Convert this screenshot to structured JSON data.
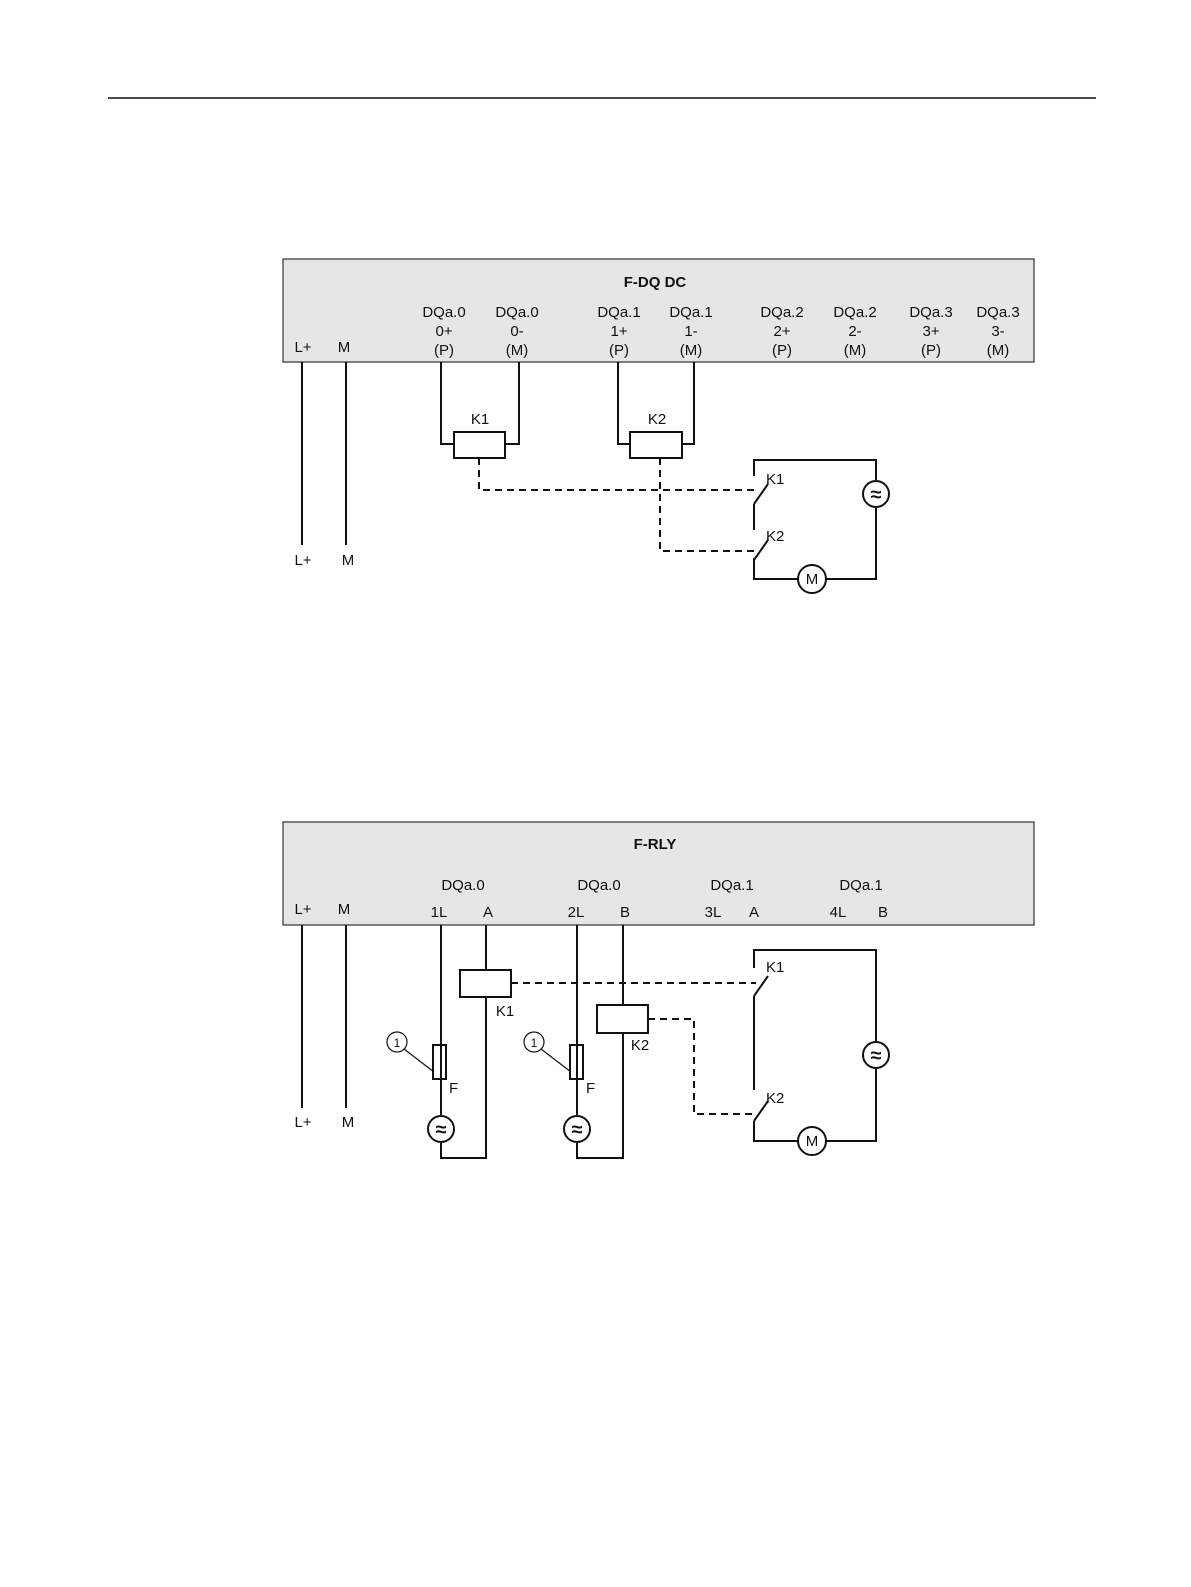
{
  "diagram1": {
    "title": "F-DQ DC",
    "supply": {
      "lplus": "L+",
      "m": "M"
    },
    "channels": [
      {
        "name": "DQa.0",
        "terminal": "0+",
        "type": "(P)"
      },
      {
        "name": "DQa.0",
        "terminal": "0-",
        "type": "(M)"
      },
      {
        "name": "DQa.1",
        "terminal": "1+",
        "type": "(P)"
      },
      {
        "name": "DQa.1",
        "terminal": "1-",
        "type": "(M)"
      },
      {
        "name": "DQa.2",
        "terminal": "2+",
        "type": "(P)"
      },
      {
        "name": "DQa.2",
        "terminal": "2-",
        "type": "(M)"
      },
      {
        "name": "DQa.3",
        "terminal": "3+",
        "type": "(P)"
      },
      {
        "name": "DQa.3",
        "terminal": "3-",
        "type": "(M)"
      }
    ],
    "coils": {
      "k1": "K1",
      "k2": "K2"
    },
    "contacts": {
      "k1": "K1",
      "k2": "K2"
    },
    "motor": "M",
    "ac_source": "≈",
    "bottom": {
      "lplus": "L+",
      "m": "M"
    }
  },
  "diagram2": {
    "title": "F-RLY",
    "supply": {
      "lplus": "L+",
      "m": "M"
    },
    "groups": [
      {
        "name": "DQa.0",
        "t1": "1L",
        "t2": "A"
      },
      {
        "name": "DQa.0",
        "t1": "2L",
        "t2": "B"
      },
      {
        "name": "DQa.1",
        "t1": "3L",
        "t2": "A"
      },
      {
        "name": "DQa.1",
        "t1": "4L",
        "t2": "B"
      }
    ],
    "coils": {
      "k1": "K1",
      "k2": "K2"
    },
    "fuse": "F",
    "callout": "1",
    "contacts": {
      "k1": "K1",
      "k2": "K2"
    },
    "motor": "M",
    "ac_source": "≈",
    "bottom": {
      "lplus": "L+",
      "m": "M"
    }
  }
}
